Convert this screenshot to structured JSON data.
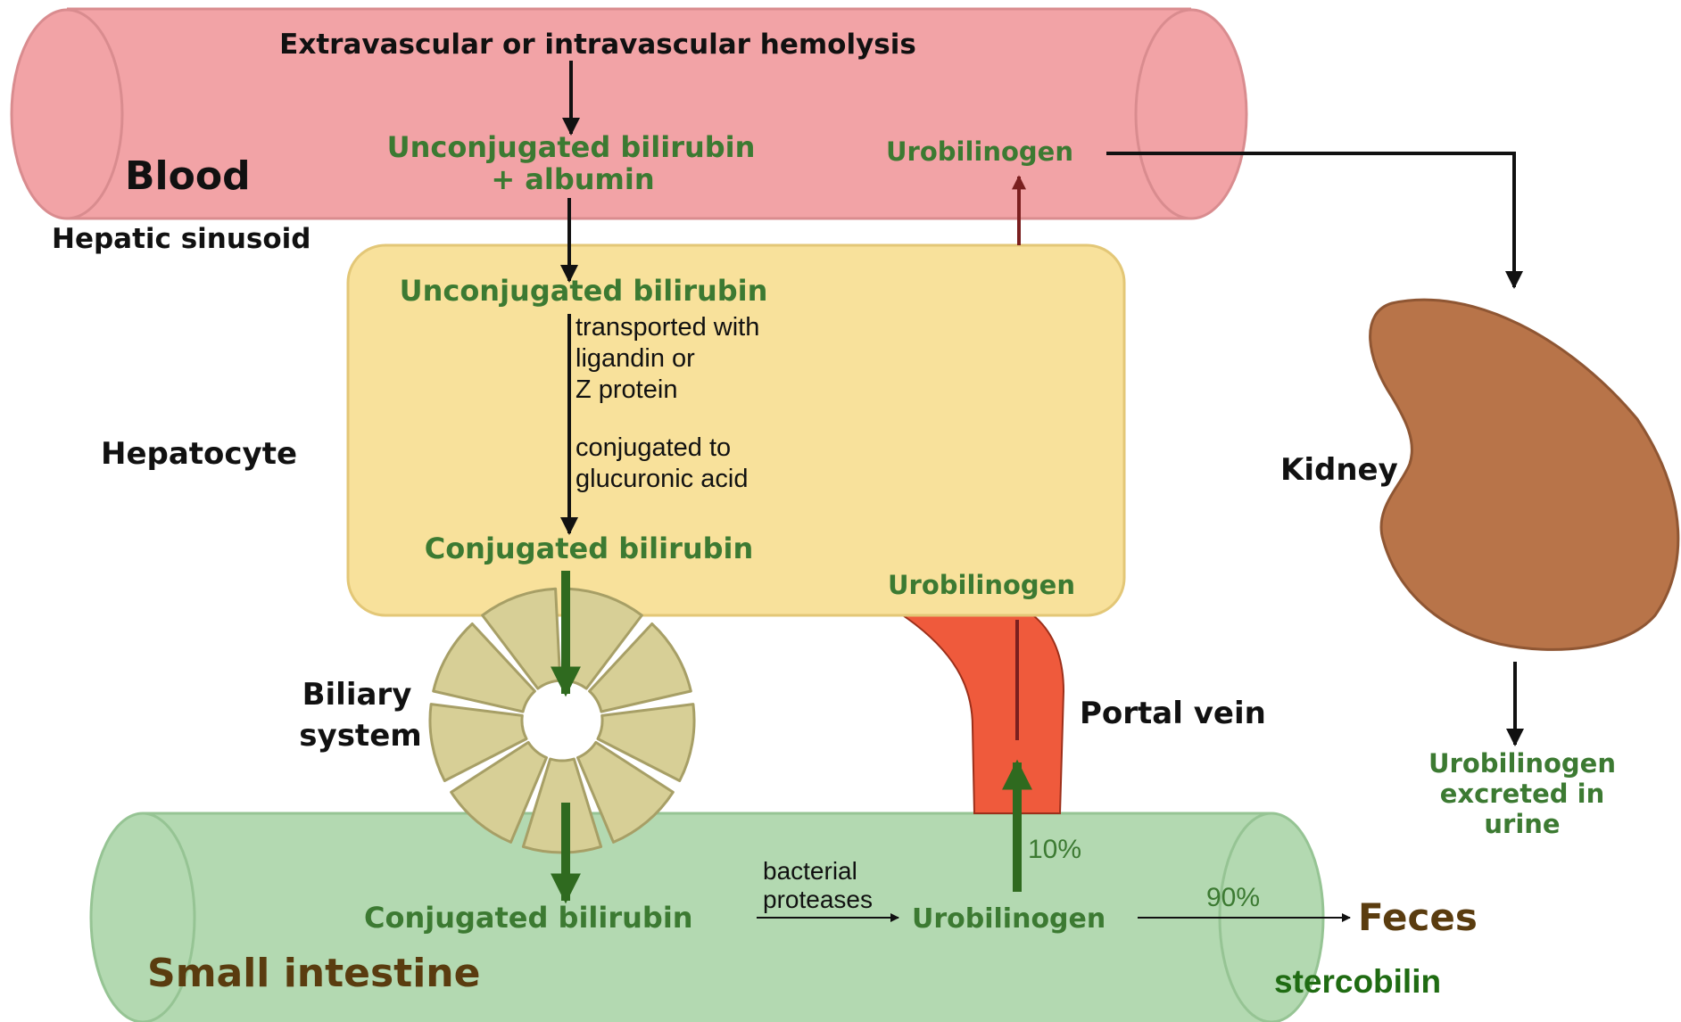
{
  "colors": {
    "blood_fill": "#f2a3a6",
    "blood_edge": "#d98c8f",
    "hepatocyte_fill": "#f8e19b",
    "hepatocyte_edge": "#e3c777",
    "intestine_fill": "#b3d9b1",
    "intestine_edge": "#96c494",
    "kidney_fill": "#b87449",
    "kidney_edge": "#8f5633",
    "portal_vein_fill": "#ef5a3c",
    "biliary_fill": "#d7cf96",
    "biliary_edge": "#a79f66",
    "green_text": "#3c7a32",
    "dark_green_text": "#1f6b12",
    "brown_text": "#5a3c0f",
    "black": "#111111",
    "dark_red_arrow": "#7a1f1f",
    "green_arrow": "#2f6a1f"
  },
  "labels": {
    "hemolysis": "Extravascular or intravascular hemolysis",
    "blood": "Blood",
    "unconj_albumin_line1": "Unconjugated bilirubin",
    "unconj_albumin_line2": "+ albumin",
    "urobilinogen_blood": "Urobilinogen",
    "hepatic_sinusoid": "Hepatic sinusoid",
    "unconj_hepatocyte": "Unconjugated bilirubin",
    "transport_line1": "transported with",
    "transport_line2": "ligandin or",
    "transport_line3": "Z protein",
    "conj_note_line1": "conjugated to",
    "conj_note_line2": "glucuronic acid",
    "hepatocyte": "Hepatocyte",
    "conj_hepatocyte": "Conjugated bilirubin",
    "urobilinogen_hepatocyte": "Urobilinogen",
    "kidney": "Kidney",
    "biliary_line1": "Biliary",
    "biliary_line2": "system",
    "portal_vein": "Portal vein",
    "urine_line1": "Urobilinogen",
    "urine_line2": "excreted in",
    "urine_line3": "urine",
    "percent_10": "10%",
    "bacterial_line1": "bacterial",
    "bacterial_line2": "proteases",
    "percent_90": "90%",
    "conj_intestine": "Conjugated bilirubin",
    "urobilinogen_intestine": "Urobilinogen",
    "feces": "Feces",
    "small_intestine": "Small intestine",
    "stercobilin": "stercobilin"
  }
}
